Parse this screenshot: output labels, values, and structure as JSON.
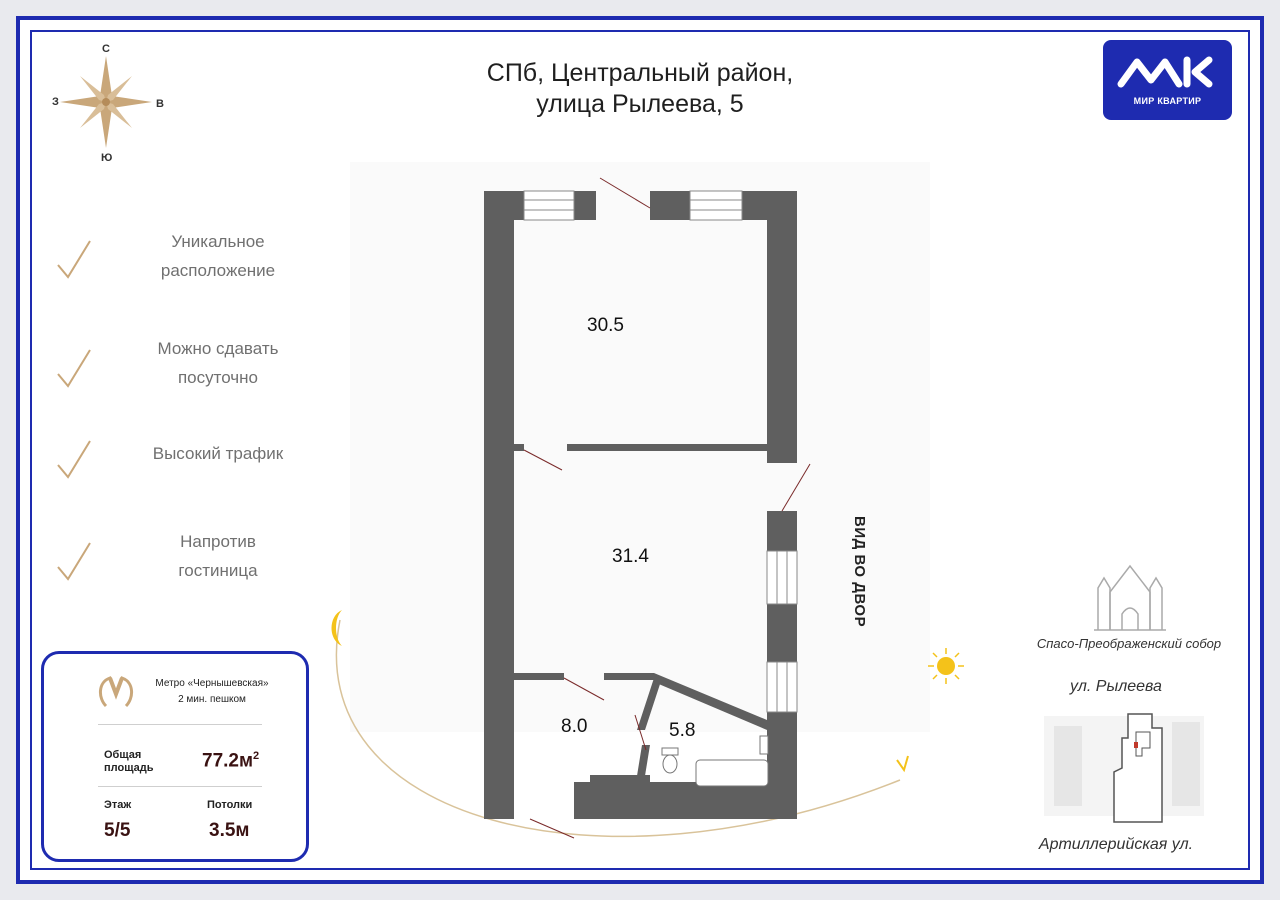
{
  "title": {
    "line1": "СПб, Центральный район,",
    "line2": "улица Рылеева, 5"
  },
  "compass": {
    "north": "С",
    "south": "Ю",
    "west": "З",
    "east": "В"
  },
  "logo": {
    "text": "МИР КВАРТИР",
    "color": "#1e2bb0"
  },
  "features": [
    {
      "line1": "Уникальное",
      "line2": "расположение"
    },
    {
      "line1": "Можно сдавать",
      "line2": "посуточно"
    },
    {
      "line1": "Высокий трафик",
      "line2": ""
    },
    {
      "line1": "Напротив",
      "line2": "гостиница"
    }
  ],
  "info": {
    "metro_name": "Метро «Чернышевская»",
    "metro_walk": "2 мин. пешком",
    "area_label_1": "Общая",
    "area_label_2": "площадь",
    "area_value": "77.2м",
    "area_sup": "2",
    "floor_label": "Этаж",
    "floor_value": "5/5",
    "ceiling_label": "Потолки",
    "ceiling_value": "3.5м"
  },
  "rooms": [
    {
      "area": "30.5"
    },
    {
      "area": "31.4"
    },
    {
      "area": "8.0"
    },
    {
      "area": "5.8"
    }
  ],
  "view_label": "ВИД ВО ДВОР",
  "location": {
    "landmark": "Спасо-Преображенский собор",
    "street_top": "ул. Рылеева",
    "street_bottom": "Артиллерийская ул."
  },
  "colors": {
    "accent_blue": "#1e2bb0",
    "wall": "#5f5f5f",
    "check_gold": "#c9a77a",
    "sun": "#f4c21a"
  }
}
